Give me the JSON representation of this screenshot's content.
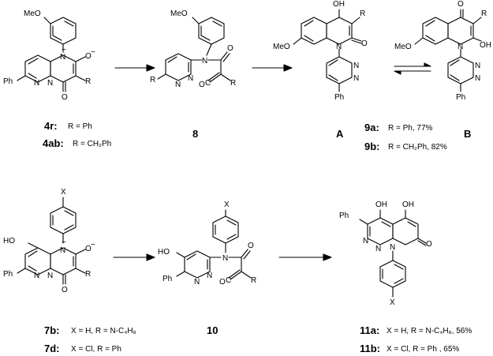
{
  "atoms": {
    "MeO": "MeO",
    "OMe_ring": "MeO",
    "N": "N",
    "O": "O",
    "R": "R",
    "Ph": "Ph",
    "OH": "OH",
    "HO": "HO",
    "X": "X",
    "H": "H",
    "C": "C",
    "minus": "−",
    "dot": "•"
  },
  "compounds": {
    "c4r": "4r:",
    "c4r_sub": "R = Ph",
    "c4ab": "4ab:",
    "c4ab_sub": "R = CH₂Ph",
    "c8": "8",
    "cA": "A",
    "cB": "B",
    "c9a": "9a:",
    "c9a_sub": "R = Ph, 77%",
    "c9b": "9b:",
    "c9b_sub": "R = CH₂Ph, 82%",
    "c7b": "7b:",
    "c7b_sub": "X = H, R = N-C₄H₈",
    "c7d": "7d:",
    "c7d_sub": "X = Cl, R = Ph",
    "c10": "10",
    "c11a": "11a:",
    "c11a_sub": "X = H, R = N-C₄H₈, 56%",
    "c11b": "11b:",
    "c11b_sub": "X = Cl, R = Ph , 65%"
  }
}
